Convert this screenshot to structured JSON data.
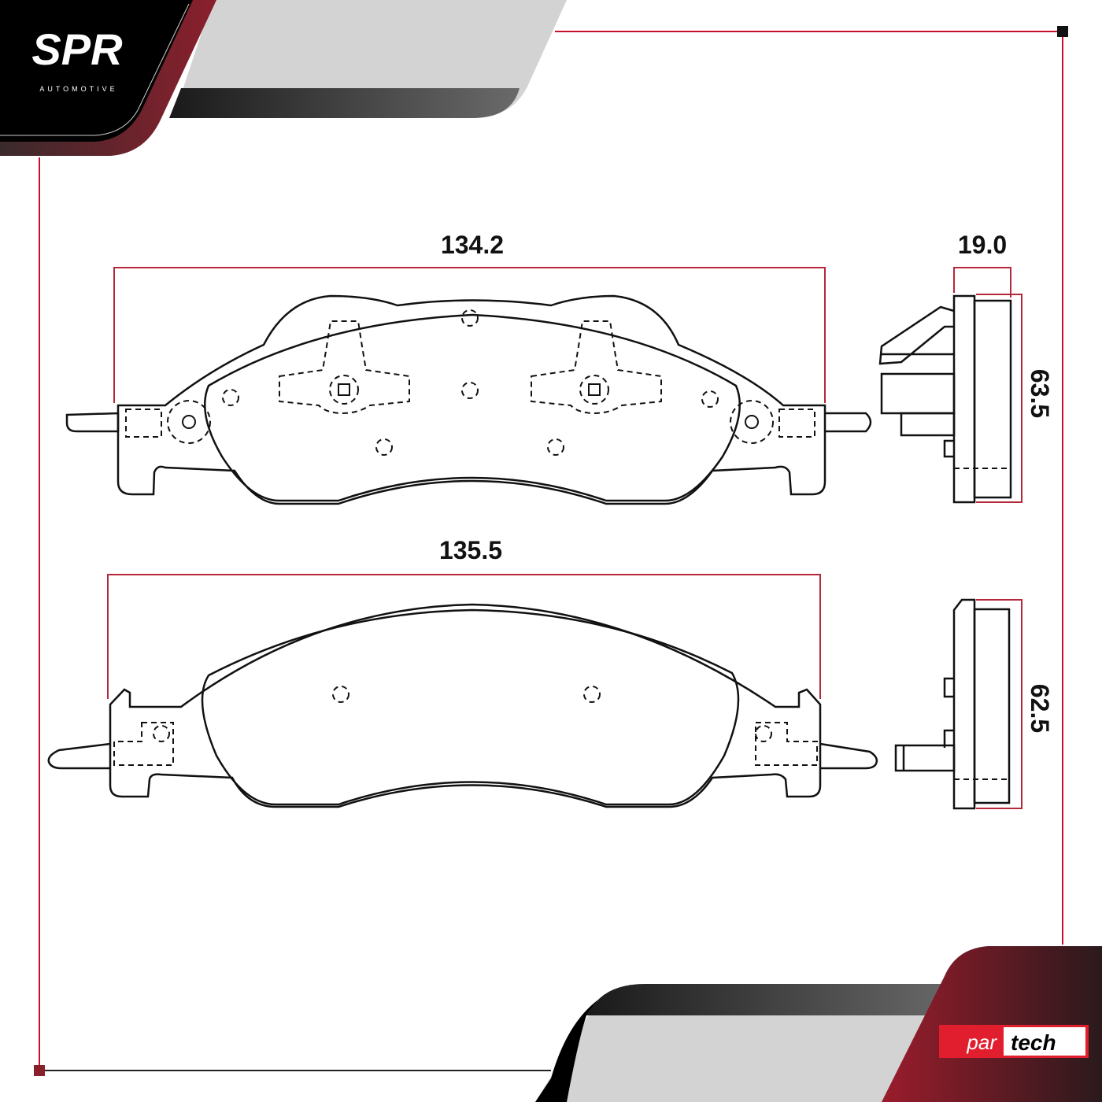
{
  "brand": {
    "logo_main": "SPR",
    "logo_sub": "AUTOMOTIVE",
    "partner_logo_left": "par",
    "partner_logo_right": "tech"
  },
  "colors": {
    "accent_red": "#c8102e",
    "dimension_line": "#b5283a",
    "dark": "#000000",
    "gray_band": "#d3d3d3",
    "outline": "#111111"
  },
  "dimensions": {
    "top_pad_width": "134.2",
    "top_pad_thickness": "19.0",
    "top_pad_height": "63.5",
    "bottom_pad_width": "135.5",
    "bottom_pad_height": "62.5"
  }
}
